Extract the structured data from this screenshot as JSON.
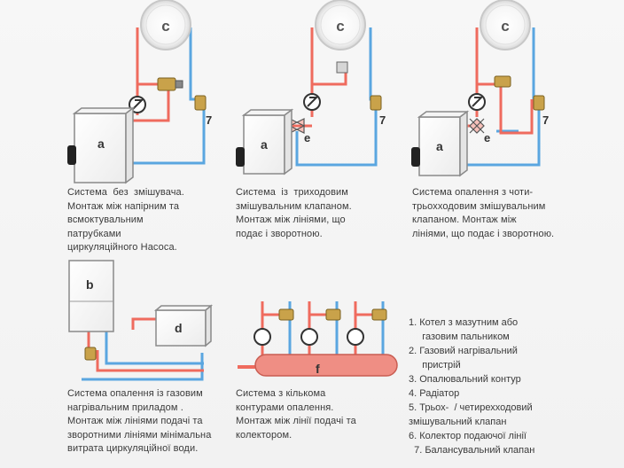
{
  "colors": {
    "supply": "#ef6b5e",
    "return": "#5aa6e0",
    "unit_fill": "#ffffff",
    "unit_stroke": "#8a8a8a",
    "text": "#3a3a3a"
  },
  "labels": {
    "radiator": "c",
    "boiler": "a",
    "mixing_valve": "e",
    "balancing_valve": "7",
    "gas_heater": "b",
    "heater_d": "d",
    "collector": "f"
  },
  "captions": {
    "no_mixer": [
      "Система  без  змішувача.",
      "Монтаж між напірним та",
      "всмоктувальним",
      "патрубками",
      "циркуляційного Насоса."
    ],
    "three_way": [
      "Система  із  триходовим",
      "змішувальним клапаном.",
      "Монтаж між лініями, що",
      "подає і зворотною."
    ],
    "four_way": [
      "Система опалення з чоти-",
      "трьохходовим змішувальним",
      "клапаном. Монтаж між",
      "лініями, що подає і зворотною."
    ],
    "gas_heater": [
      "Система опалення із газовим",
      "нагрівальним приладом .",
      "Монтаж між лініями подачі та",
      "зворотними лініями мінімальна",
      "витрата циркуляційної води."
    ],
    "multi_circuit": [
      "Система з кількома",
      "контурами опалення.",
      "Монтаж між лінії подачі та",
      "колектором."
    ]
  },
  "legend": [
    "1. Котел з мазутним або",
    "     газовим пальником",
    "2. Газовий нагрівальний",
    "     пристрій",
    "3. Опалювальний контур",
    "4. Радіатор",
    "5. Трьох-  / четирехходовий",
    "змішувальний клапан",
    "6. Колектор подаючої лінії",
    "  7. Балансувальний клапан"
  ]
}
